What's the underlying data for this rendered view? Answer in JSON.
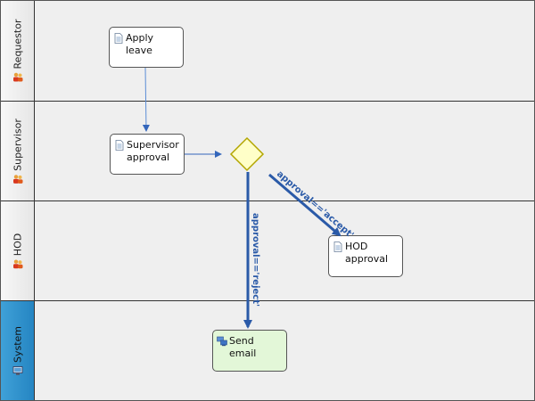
{
  "lanes": [
    {
      "name": "Requestor",
      "icon": "people-icon"
    },
    {
      "name": "Supervisor",
      "icon": "people-icon"
    },
    {
      "name": "HOD",
      "icon": "people-icon"
    },
    {
      "name": "System",
      "icon": "computer-icon"
    }
  ],
  "tasks": {
    "apply_leave": "Apply leave",
    "supervisor_approval": "Supervisor\napproval",
    "hod_approval": "HOD approval",
    "send_email": "Send email"
  },
  "flows": {
    "accept_label": "approval=='accept'",
    "reject_label": "approval=='reject'"
  },
  "colors": {
    "lane_body": "#efefef",
    "system_header": "#2585c2",
    "arrow": "#3366bb",
    "gateway_fill": "#ffffc8",
    "gateway_stroke": "#b3a600",
    "email_task": "#e3f7d8"
  }
}
